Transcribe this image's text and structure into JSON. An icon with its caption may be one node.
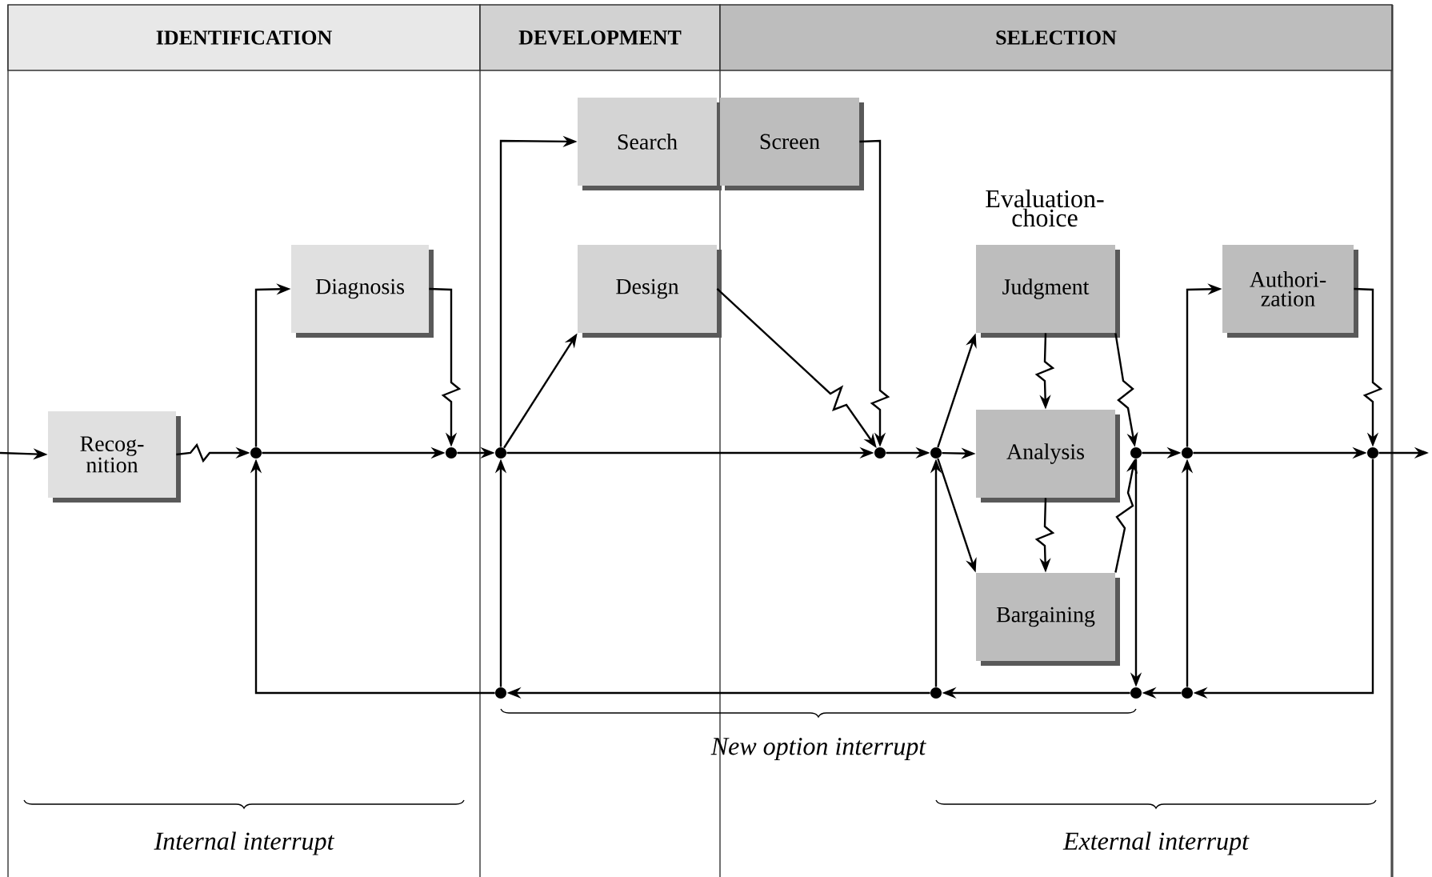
{
  "diagram": {
    "nodes": [
      {
        "text": [
          "IDENTIFICATION"
        ]
      },
      {
        "text": [
          "DEVELOPMENT"
        ]
      },
      {
        "text": [
          "SELECTION"
        ]
      },
      {
        "text": [
          "Recog- nition"
        ]
      },
      {
        "text": [],
        "shape": "circle"
      },
      {
        "text": [
          "Diagnosis"
        ]
      },
      {
        "text": [],
        "shape": "circle"
      },
      {
        "text": [],
        "shape": "circle"
      },
      {
        "text": [
          "Search"
        ]
      },
      {
        "text": [
          "Design"
        ]
      },
      {
        "text": [
          "Screen"
        ]
      },
      {
        "text": [],
        "shape": "circle"
      },
      {
        "text": [],
        "shape": "circle"
      },
      {
        "text": [
          "Judgment"
        ],
        "beside": [
          "Evaluation- choice"
        ]
      },
      {
        "text": [
          "Analysis"
        ]
      },
      {
        "text": [
          "Bargaining"
        ]
      },
      {
        "text": [],
        "shape": "circle"
      },
      {
        "text": [],
        "shape": "circle"
      },
      {
        "text": [
          "Authori- zation"
        ]
      },
      {
        "text": [],
        "shape": "circle"
      },
      {
        "text": [],
        "shape": "circle"
      },
      {
        "text": [],
        "shape": "circle"
      },
      {
        "text": [],
        "shape": "circle"
      },
      {
        "text": [],
        "shape": "circle"
      }
    ],
    "edges": [
      {
        "from": null,
        "to": 3,
        "arrow": "to"
      },
      {
        "from": 3,
        "to": 4,
        "arrow": "to"
      },
      {
        "from": 4,
        "to": 5,
        "arrow": "to"
      },
      {
        "from": 4,
        "to": 6,
        "arrow": "to"
      },
      {
        "from": 5,
        "to": 6,
        "arrow": "to"
      },
      {
        "from": 6,
        "to": 7,
        "arrow": "to"
      },
      {
        "from": 7,
        "to": 8,
        "arrow": "to"
      },
      {
        "from": 7,
        "to": 9,
        "arrow": "to"
      },
      {
        "from": 7,
        "to": 11,
        "arrow": "to"
      },
      {
        "from": 9,
        "to": 11,
        "arrow": "to"
      },
      {
        "from": 10,
        "to": 11,
        "arrow": "to"
      },
      {
        "from": 11,
        "to": 12,
        "arrow": "to"
      },
      {
        "from": 12,
        "to": 13,
        "arrow": "to"
      },
      {
        "from": 12,
        "to": 14,
        "arrow": "to"
      },
      {
        "from": 12,
        "to": 15,
        "arrow": "to"
      },
      {
        "from": 13,
        "to": 14,
        "arrow": "to"
      },
      {
        "from": 14,
        "to": 15,
        "arrow": "to"
      },
      {
        "from": 13,
        "to": 16,
        "arrow": "to"
      },
      {
        "from": 15,
        "to": 16,
        "arrow": "to"
      },
      {
        "from": 16,
        "to": 17,
        "arrow": "to"
      },
      {
        "from": 17,
        "to": 18,
        "arrow": "to"
      },
      {
        "from": 17,
        "to": 19,
        "arrow": "to"
      },
      {
        "from": 18,
        "to": 19,
        "arrow": "to"
      },
      {
        "from": 19,
        "to": null,
        "arrow": "to"
      },
      {
        "from": 19,
        "to": 23,
        "arrow": "to"
      },
      {
        "from": 23,
        "to": 22,
        "arrow": "to"
      },
      {
        "from": 16,
        "to": 22,
        "arrow": "to"
      },
      {
        "from": 23,
        "to": 17,
        "arrow": "to"
      },
      {
        "from": 22,
        "to": 21,
        "arrow": "to"
      },
      {
        "from": 21,
        "to": 12,
        "arrow": "to"
      },
      {
        "from": 21,
        "to": 20,
        "arrow": "to"
      },
      {
        "from": 20,
        "to": 7,
        "arrow": "to"
      },
      {
        "from": 20,
        "to": 4,
        "arrow": "to"
      }
    ],
    "labels": [
      "New option interrupt",
      "Internal interrupt",
      "External interrupt"
    ]
  }
}
